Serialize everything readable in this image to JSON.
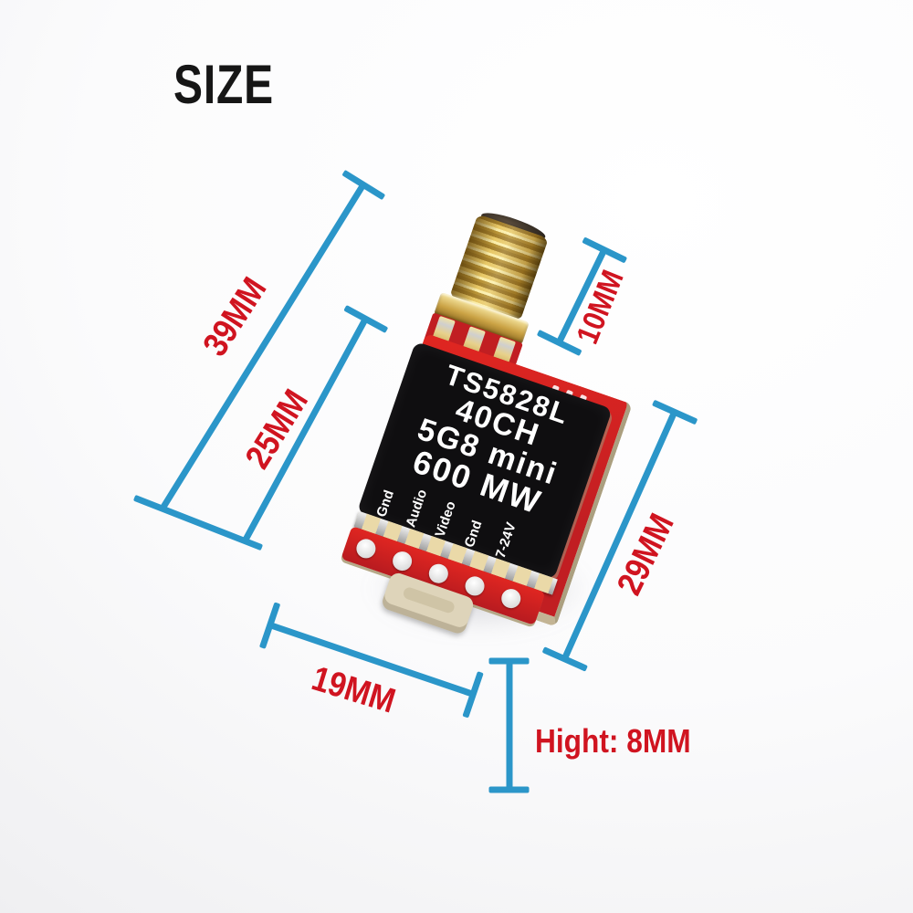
{
  "title": "SIZE",
  "module": {
    "model_lines": [
      "TS5828L",
      "40CH",
      "5G8 mini",
      "600 MW"
    ],
    "pin_labels": [
      "Gnd",
      "Audio",
      "Video",
      "Gnd",
      "7-24V"
    ]
  },
  "dimensions": {
    "d39": "39MM",
    "d25": "25MM",
    "d10": "10MM",
    "d29": "29MM",
    "d19": "19MM",
    "height": "Hight: 8MM"
  },
  "colors": {
    "dimension_line": "#2b96c9",
    "dimension_text": "#d01420",
    "title_text": "#161616",
    "pcb_red": "#d8231f",
    "label_background": "#0f0e10",
    "label_text": "#ffffff",
    "connector_gold": "#d9b258"
  }
}
